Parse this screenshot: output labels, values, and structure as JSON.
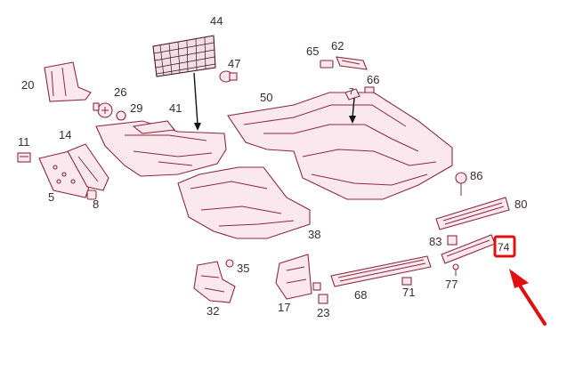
{
  "parts": [
    {
      "id": "label-44",
      "text": "44"
    },
    {
      "id": "label-47",
      "text": "47"
    },
    {
      "id": "label-65",
      "text": "65"
    },
    {
      "id": "label-62",
      "text": "62"
    },
    {
      "id": "label-20",
      "text": "20"
    },
    {
      "id": "label-26",
      "text": "26"
    },
    {
      "id": "label-29",
      "text": "29"
    },
    {
      "id": "label-66",
      "text": "66"
    },
    {
      "id": "label-50",
      "text": "50"
    },
    {
      "id": "label-7",
      "text": "7"
    },
    {
      "id": "label-41",
      "text": "41"
    },
    {
      "id": "label-11",
      "text": "11"
    },
    {
      "id": "label-14",
      "text": "14"
    },
    {
      "id": "label-5",
      "text": "5"
    },
    {
      "id": "label-8",
      "text": "8"
    },
    {
      "id": "label-86",
      "text": "86"
    },
    {
      "id": "label-80",
      "text": "80"
    },
    {
      "id": "label-38",
      "text": "38"
    },
    {
      "id": "label-83",
      "text": "83"
    },
    {
      "id": "label-74",
      "text": "74"
    },
    {
      "id": "label-35",
      "text": "35"
    },
    {
      "id": "label-68",
      "text": "68"
    },
    {
      "id": "label-71",
      "text": "71"
    },
    {
      "id": "label-77",
      "text": "77"
    },
    {
      "id": "label-17",
      "text": "17"
    },
    {
      "id": "label-32",
      "text": "32"
    },
    {
      "id": "label-23",
      "text": "23"
    }
  ],
  "colors": {
    "part_fill": "#fbe8ee",
    "part_stroke": "#8a2a3c",
    "highlight": "#e01010",
    "arrow": "#e01010"
  },
  "highlight": {
    "part": "74"
  }
}
